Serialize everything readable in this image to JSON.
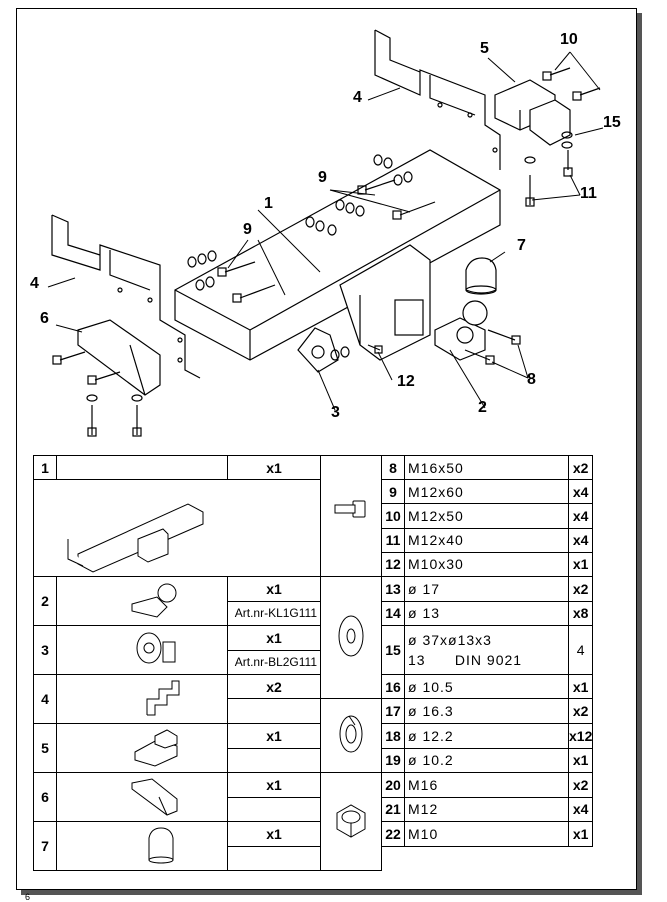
{
  "page_number": "6",
  "callouts": [
    "1",
    "2",
    "3",
    "4",
    "4",
    "5",
    "6",
    "7",
    "8",
    "9",
    "9",
    "10",
    "11",
    "12",
    "15"
  ],
  "parts": [
    {
      "no": "1",
      "qty": "x1",
      "art": ""
    },
    {
      "no": "2",
      "qty": "x1",
      "art": "Art.nr-KL1G111"
    },
    {
      "no": "3",
      "qty": "x1",
      "art": "Art.nr-BL2G111"
    },
    {
      "no": "4",
      "qty": "x2",
      "art": ""
    },
    {
      "no": "5",
      "qty": "x1",
      "art": ""
    },
    {
      "no": "6",
      "qty": "x1",
      "art": ""
    },
    {
      "no": "7",
      "qty": "x1",
      "art": ""
    }
  ],
  "hardware": [
    {
      "no": "8",
      "desc": "M16x50",
      "qty": "x2"
    },
    {
      "no": "9",
      "desc": "M12x60",
      "qty": "x4"
    },
    {
      "no": "10",
      "desc": "M12x50",
      "qty": "x4"
    },
    {
      "no": "11",
      "desc": "M12x40",
      "qty": "x4"
    },
    {
      "no": "12",
      "desc": "M10x30",
      "qty": "x1"
    },
    {
      "no": "13",
      "desc": "ø 17",
      "qty": "x2"
    },
    {
      "no": "14",
      "desc": "ø 13",
      "qty": "x8"
    },
    {
      "no": "15",
      "desc": "ø 37xø13x3",
      "desc2": "13      DIN 9021",
      "qty": "4"
    },
    {
      "no": "16",
      "desc": "ø 10.5",
      "qty": "x1"
    },
    {
      "no": "17",
      "desc": "ø 16.3",
      "qty": "x2"
    },
    {
      "no": "18",
      "desc": "ø 12.2",
      "qty": "x12"
    },
    {
      "no": "19",
      "desc": "ø 10.2",
      "qty": "x1"
    },
    {
      "no": "20",
      "desc": "M16",
      "qty": "x2"
    },
    {
      "no": "21",
      "desc": "M12",
      "qty": "x4"
    },
    {
      "no": "22",
      "desc": "M10",
      "qty": "x1"
    }
  ]
}
